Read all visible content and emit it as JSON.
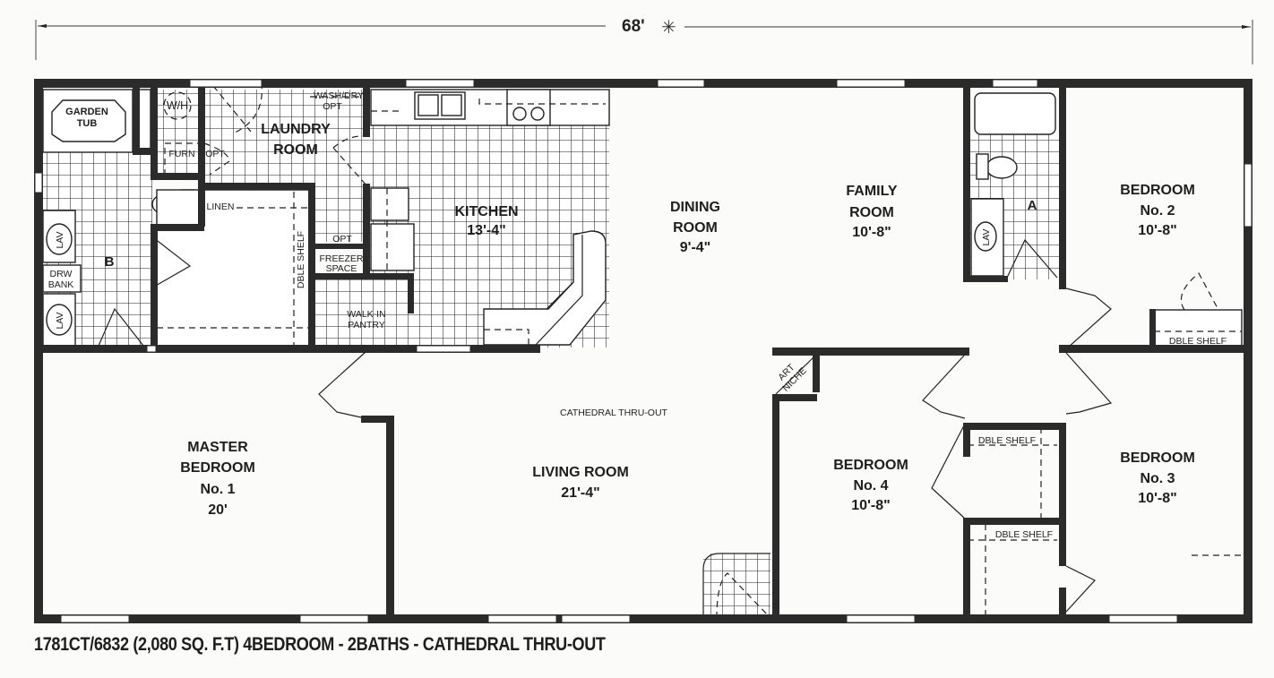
{
  "dimension": {
    "overall_width": "68'",
    "marker": "✳"
  },
  "caption": "1781CT/6832 (2,080 SQ. F.T) 4BEDROOM - 2BATHS - CATHEDRAL THRU-OUT",
  "rooms": {
    "garden_tub": {
      "line1": "GARDEN",
      "line2": "TUB"
    },
    "water_heater": "W/H",
    "laundry": {
      "line1": "LAUNDRY",
      "line2": "ROOM",
      "wash_dry": "WASH/DRY",
      "opt": "OPT",
      "furn": "FURN",
      "furn_opt": "OPT"
    },
    "bath_b": {
      "label": "B",
      "lav1": "LAV",
      "lav2": "LAV",
      "drw1": "DRW",
      "drw2": "BANK",
      "linen": "LINEN"
    },
    "master_closet": {
      "shelf": "DBLE SHELF"
    },
    "freezer": {
      "opt": "OPT",
      "line1": "FREEZER",
      "line2": "SPACE"
    },
    "pantry": {
      "line1": "WALK-IN",
      "line2": "PANTRY"
    },
    "kitchen": {
      "name": "KITCHEN",
      "size": "13'-4\""
    },
    "dining": {
      "line1": "DINING",
      "line2": "ROOM",
      "size": "9'-4\""
    },
    "family": {
      "line1": "FAMILY",
      "line2": "ROOM",
      "size": "10'-8\""
    },
    "bath_a": {
      "label": "A",
      "lav": "LAV"
    },
    "bedroom2": {
      "line1": "BEDROOM",
      "line2": "No. 2",
      "size": "10'-8\"",
      "shelf": "DBLE SHELF"
    },
    "master": {
      "line1": "MASTER",
      "line2": "BEDROOM",
      "line3": "No. 1",
      "size": "20'"
    },
    "living": {
      "note": "CATHEDRAL THRU-OUT",
      "name": "LIVING ROOM",
      "size": "21'-4\""
    },
    "art_niche": {
      "line1": "ART",
      "line2": "NICHE"
    },
    "bedroom4": {
      "line1": "BEDROOM",
      "line2": "No. 4",
      "size": "10'-8\"",
      "shelf1": "DBLE SHELF",
      "shelf2": "DBLE SHELF"
    },
    "bedroom3": {
      "line1": "BEDROOM",
      "line2": "No. 3",
      "size": "10'-8\""
    }
  }
}
